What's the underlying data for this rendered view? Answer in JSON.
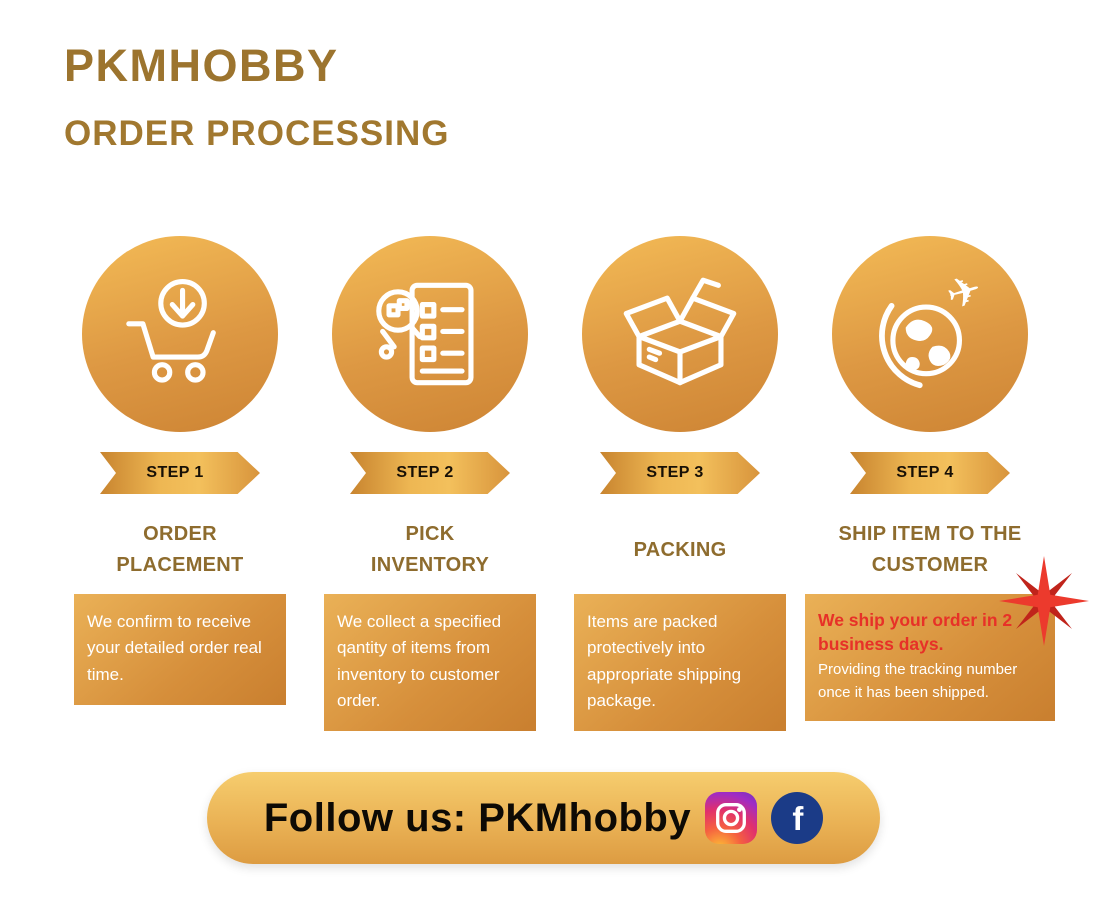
{
  "header": {
    "brand": "PKMHOBBY",
    "subtitle": "ORDER PROCESSING"
  },
  "steps": [
    {
      "badge": "STEP 1",
      "title": "ORDER PLACEMENT",
      "description": "We confirm to receive your detailed order real time.",
      "icon": "cart-download-icon"
    },
    {
      "badge": "STEP 2",
      "title": "PICK INVENTORY",
      "description": "We collect a specified qantity of items from inventory to customer order.",
      "icon": "pick-inventory-checklist-icon"
    },
    {
      "badge": "STEP 3",
      "title": "PACKING",
      "description": "Items are packed protectively into appropriate shipping package.",
      "icon": "packing-box-icon"
    },
    {
      "badge": "STEP 4",
      "title": "SHIP ITEM TO THE CUSTOMER",
      "description_highlight": "We ship your order in 2 business days.",
      "description_rest": "Providing the tracking number once it has been shipped.",
      "icon": "globe-airplane-icon"
    }
  ],
  "footer": {
    "label": "Follow us: PKMhobby",
    "social": [
      "instagram-icon",
      "facebook-icon"
    ]
  },
  "colors": {
    "brand_text": "#9c742e",
    "step_title_text": "#8e6c2e",
    "gold_light": "#f2bd58",
    "gold_dark": "#cd8434",
    "highlight_red": "#e73128",
    "facebook_blue": "#1b3b87",
    "description_text": "#ffffff"
  }
}
